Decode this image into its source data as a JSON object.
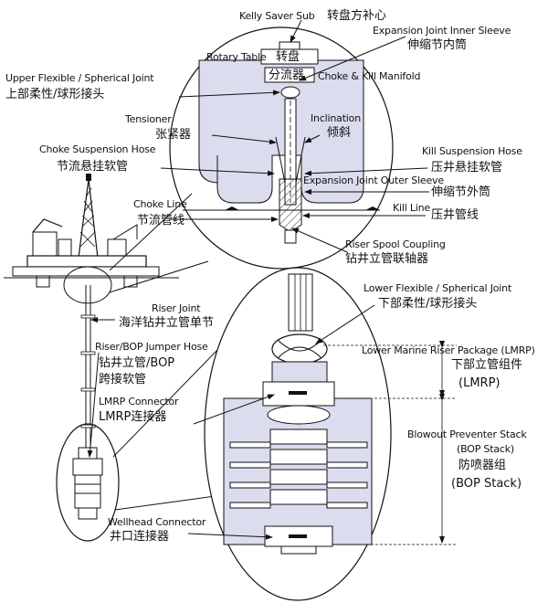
{
  "labels": {
    "kelly_en": "Kelly Saver Sub",
    "kelly_zh": "转盘方补心",
    "rotary_en": "Rotary Table",
    "rotary_zh": "转盘",
    "diverter_zh": "分流器",
    "choke_manifold_en": "Choke & Kill Manifold",
    "exp_inner_en": "Expansion Joint Inner Sleeve",
    "exp_inner_zh": "伸缩节内筒",
    "upper_flex_en": "Upper Flexible / Spherical Joint",
    "upper_flex_zh": "上部柔性/球形接头",
    "tensioner_en": "Tensioner",
    "tensioner_zh": "张紧器",
    "inclination_en": "Inclination",
    "inclination_zh": "倾斜",
    "choke_hose_en": "Choke Suspension Hose",
    "choke_hose_zh": "节流悬挂软管",
    "kill_hose_en": "Kill Suspension Hose",
    "kill_hose_zh": "压井悬挂软管",
    "exp_outer_en": "Expansion Joint Outer Sleeve",
    "exp_outer_zh": "伸缩节外筒",
    "choke_line_en": "Choke Line",
    "choke_line_zh": "节流管线",
    "kill_line_en": "Kill Line",
    "kill_line_zh": "压井管线",
    "spool_en": "Riser Spool Coupling",
    "spool_zh": "钻井立管联轴器",
    "lower_flex_en": "Lower Flexible / Spherical Joint",
    "lower_flex_zh": "下部柔性/球形接头",
    "riser_joint_en": "Riser Joint",
    "riser_joint_zh": "海洋钻井立管单节",
    "lmrp_en": "Lower Marine Riser Package (LMRP)",
    "lmrp_zh1": "下部立管组件",
    "lmrp_zh2": "(LMRP)",
    "jumper_en": "Riser/BOP Jumper Hose",
    "jumper_zh1": "钻井立管/BOP",
    "jumper_zh2": "跨接软管",
    "lmrp_conn_en": "LMRP Connector",
    "lmrp_conn_zh": "LMRP连接器",
    "bop_en1": "Blowout Preventer Stack",
    "bop_en2": "(BOP Stack)",
    "bop_zh1": "防喷器组",
    "bop_zh2": "(BOP Stack)",
    "wellhead_en": "Wellhead Connector",
    "wellhead_zh": "井口连接器"
  }
}
